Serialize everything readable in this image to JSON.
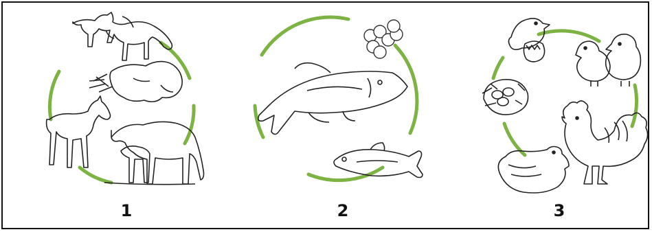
{
  "colors": {
    "cycle_arrow": "#7cb342",
    "ink": "#222222",
    "border": "#111111"
  },
  "panels": [
    {
      "number": "1",
      "icons": [
        "grazing-horses-icon",
        "lying-horse-icon",
        "foal-icon",
        "mare-with-foal-icon"
      ]
    },
    {
      "number": "2",
      "icons": [
        "fish-eggs-icon",
        "adult-fish-icon",
        "young-fish-icon"
      ]
    },
    {
      "number": "3",
      "icons": [
        "hatching-chick-icon",
        "chicks-icon",
        "rooster-icon",
        "hen-icon",
        "nest-with-eggs-icon"
      ]
    }
  ]
}
